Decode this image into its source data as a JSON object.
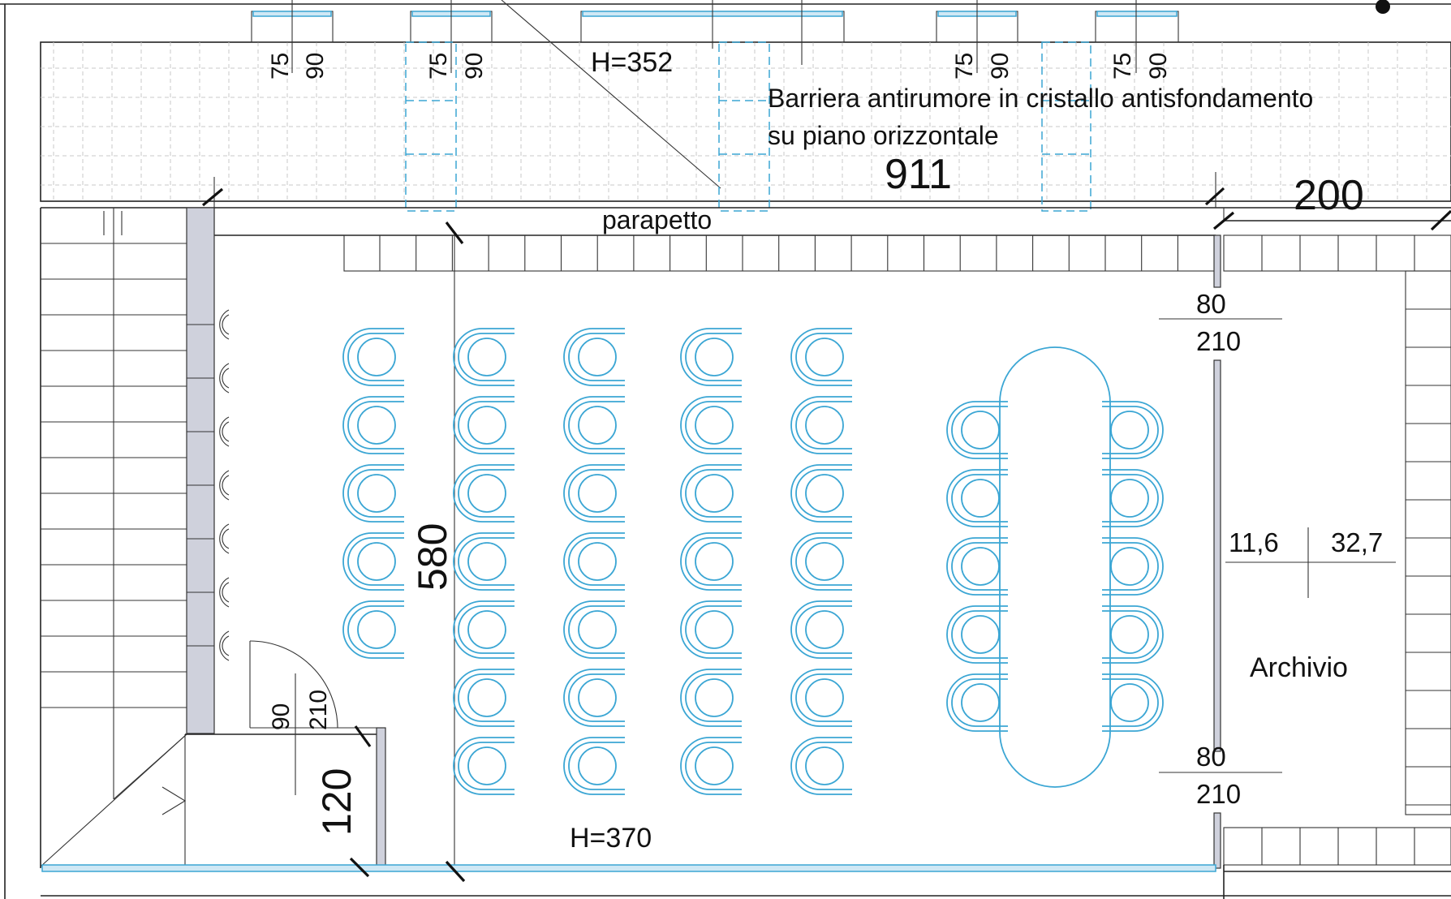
{
  "labels": {
    "win1_a": "75",
    "win1_b": "90",
    "win2_a": "75",
    "win2_b": "90",
    "win3_a": "75",
    "win3_b": "90",
    "win4_a": "75",
    "win4_b": "90",
    "h_top": "H=352",
    "barrier_line1": "Barriera antirumore in cristallo antisfondamento",
    "barrier_line2": "su piano orizzontale",
    "dim_911": "911",
    "dim_200": "200",
    "parapetto": "parapetto",
    "door_top_w": "80",
    "door_top_h": "210",
    "door_bot_w": "80",
    "door_bot_h": "210",
    "dim_580": "580",
    "area_a": "11,6",
    "area_b": "32,7",
    "archivio": "Archivio",
    "door_left_w": "90",
    "door_left_h": "210",
    "dim_120": "120",
    "h_bottom": "H=370"
  },
  "colors": {
    "furniture": "#3ba6d4",
    "walls": "#222222",
    "pillar": "#cfd1dc"
  }
}
